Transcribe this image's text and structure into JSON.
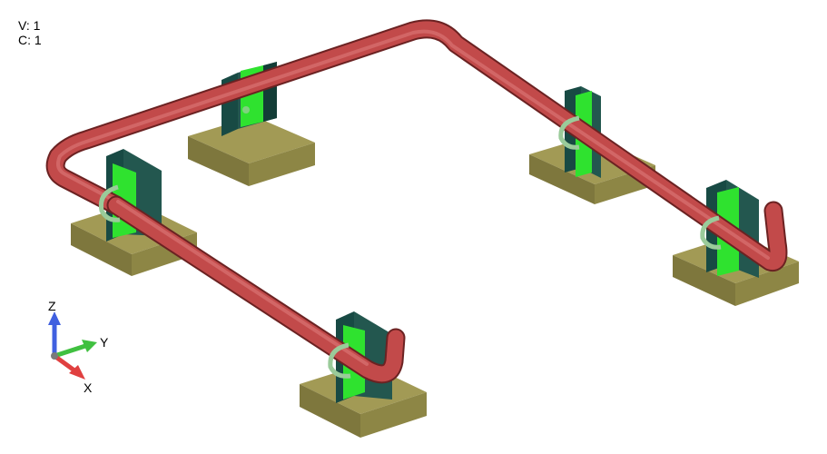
{
  "overlay": {
    "views_label": "V: 1",
    "cases_label": "C: 1"
  },
  "triad": {
    "z_label": "Z",
    "y_label": "Y",
    "x_label": "X"
  },
  "colors": {
    "background": "#ffffff",
    "pipe": "#c24a4a",
    "pipe_dark": "#8f2f2f",
    "base_plate_top": "#a29a55",
    "base_plate_side": "#7e773d",
    "column_dark": "#184a44",
    "web_plate": "#2fe22f",
    "clamp": "#9acb9a",
    "axis_x": "#e04040",
    "axis_y": "#40c040",
    "axis_z": "#4060e0"
  },
  "scene": {
    "supports": [
      {
        "id": "support-back-left",
        "has_pipe_clamp": false
      },
      {
        "id": "support-left",
        "has_pipe_clamp": true
      },
      {
        "id": "support-front",
        "has_pipe_clamp": true
      },
      {
        "id": "support-right-back",
        "has_pipe_clamp": true
      },
      {
        "id": "support-right-front",
        "has_pipe_clamp": true
      }
    ]
  }
}
